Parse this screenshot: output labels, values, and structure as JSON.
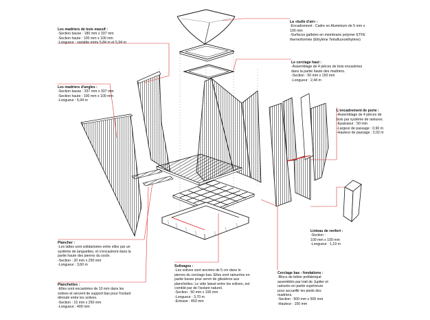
{
  "annotations": {
    "madriers_massif": {
      "title": "Les madriers de bois massif :",
      "lines": [
        "-Section basse : 180 mm x 337 mm",
        "-Section haute : 100 mm x 100 mm",
        "-Longueur : variable entre 5,84 m et 5,94 m"
      ]
    },
    "madriers_angles": {
      "title": "Les madriers d'angles :",
      "lines": [
        "-Section basse : 337 mm x 337 mm",
        "-Section haute : 100 mm x 100 mm",
        "-Longueur : 5,94 m"
      ]
    },
    "plancher": {
      "title": "Plancher :",
      "lines": [
        "-Les lattes sont solidarisées entre elles par un",
        "système de languettes, et s'encastrent dans la",
        "partie haute des pierres du socle.",
        "-Section : 20 mm x 250 mm",
        "-Longueur : 3,60 m"
      ]
    },
    "planchettes": {
      "title": "Planchettes :",
      "lines": [
        "-Elles sont encastrées de 10 mm dans les",
        "solives et servent de support bas pour l'isolant",
        "déroulé entre les solives.",
        "-Section : 15 mm x 250 mm",
        "-Longueur : 400 mm"
      ]
    },
    "solivages": {
      "title": "Solivages :",
      "lines": [
        "-Les solives sont ancrées de 5 cm dans le",
        "pierres du cerclage bas. Elles sont rainurées en",
        "partie basse pour servir de glissières aux",
        "planchettes. Le vide laissé entre les solives, est",
        "comblé par de l'isolant naturel.",
        "-Section : 50 mm x 100 mm",
        "-Longueur : 3,70 m",
        "-Entraxe : 463 mm"
      ]
    },
    "cerclage_bas": {
      "title": "Cerclage bas - fondations :",
      "lines": [
        "-Blocs de béton préfabriqué",
        "assemblés par trait de Jupiter et",
        "rainurés en partie supérieure",
        "pour accueillir les pieds des",
        "madriers.",
        "-Section : 500 mm x 500 mm",
        "-Hauteur : 150 mm"
      ]
    },
    "bulle_air": {
      "title": "La «bulle d'air» :",
      "lines": [
        "-Encadrement : Cadre en Aluminium de 5 mm x",
        "100 mm",
        "-Surfaces galbées en membrane polymer ETFE",
        "thermoformée (Ethylène Tetrafluoroéthylène)"
      ]
    },
    "cerclage_haut": {
      "title": "Le cerclage haut :",
      "lines": [
        "-Assemblage de 4 pièces de bois encastrées",
        "dans la partie haute des madriers.",
        "-Section : 50 mm x 150 mm",
        "-Longueur : 2,44 m"
      ]
    },
    "encadrement_porte": {
      "title": "L'encadrement de porte :",
      "lines": [
        "-Assemblage de 4 pièces de",
        "bois par système de rainures.",
        "-Epaisseur : 50 mm",
        "-Largeur de passage : 0,90 m",
        "-Hauteur de passage : 2,02 m"
      ]
    },
    "linteau": {
      "title": "Linteau de renfort :",
      "lines": [
        "-Section :",
        "100 mm x 100 mm",
        "-Longueur : 1,19 m"
      ]
    }
  },
  "colors": {
    "leader": "#e03030",
    "ink": "#111111",
    "dash": "#999999"
  }
}
